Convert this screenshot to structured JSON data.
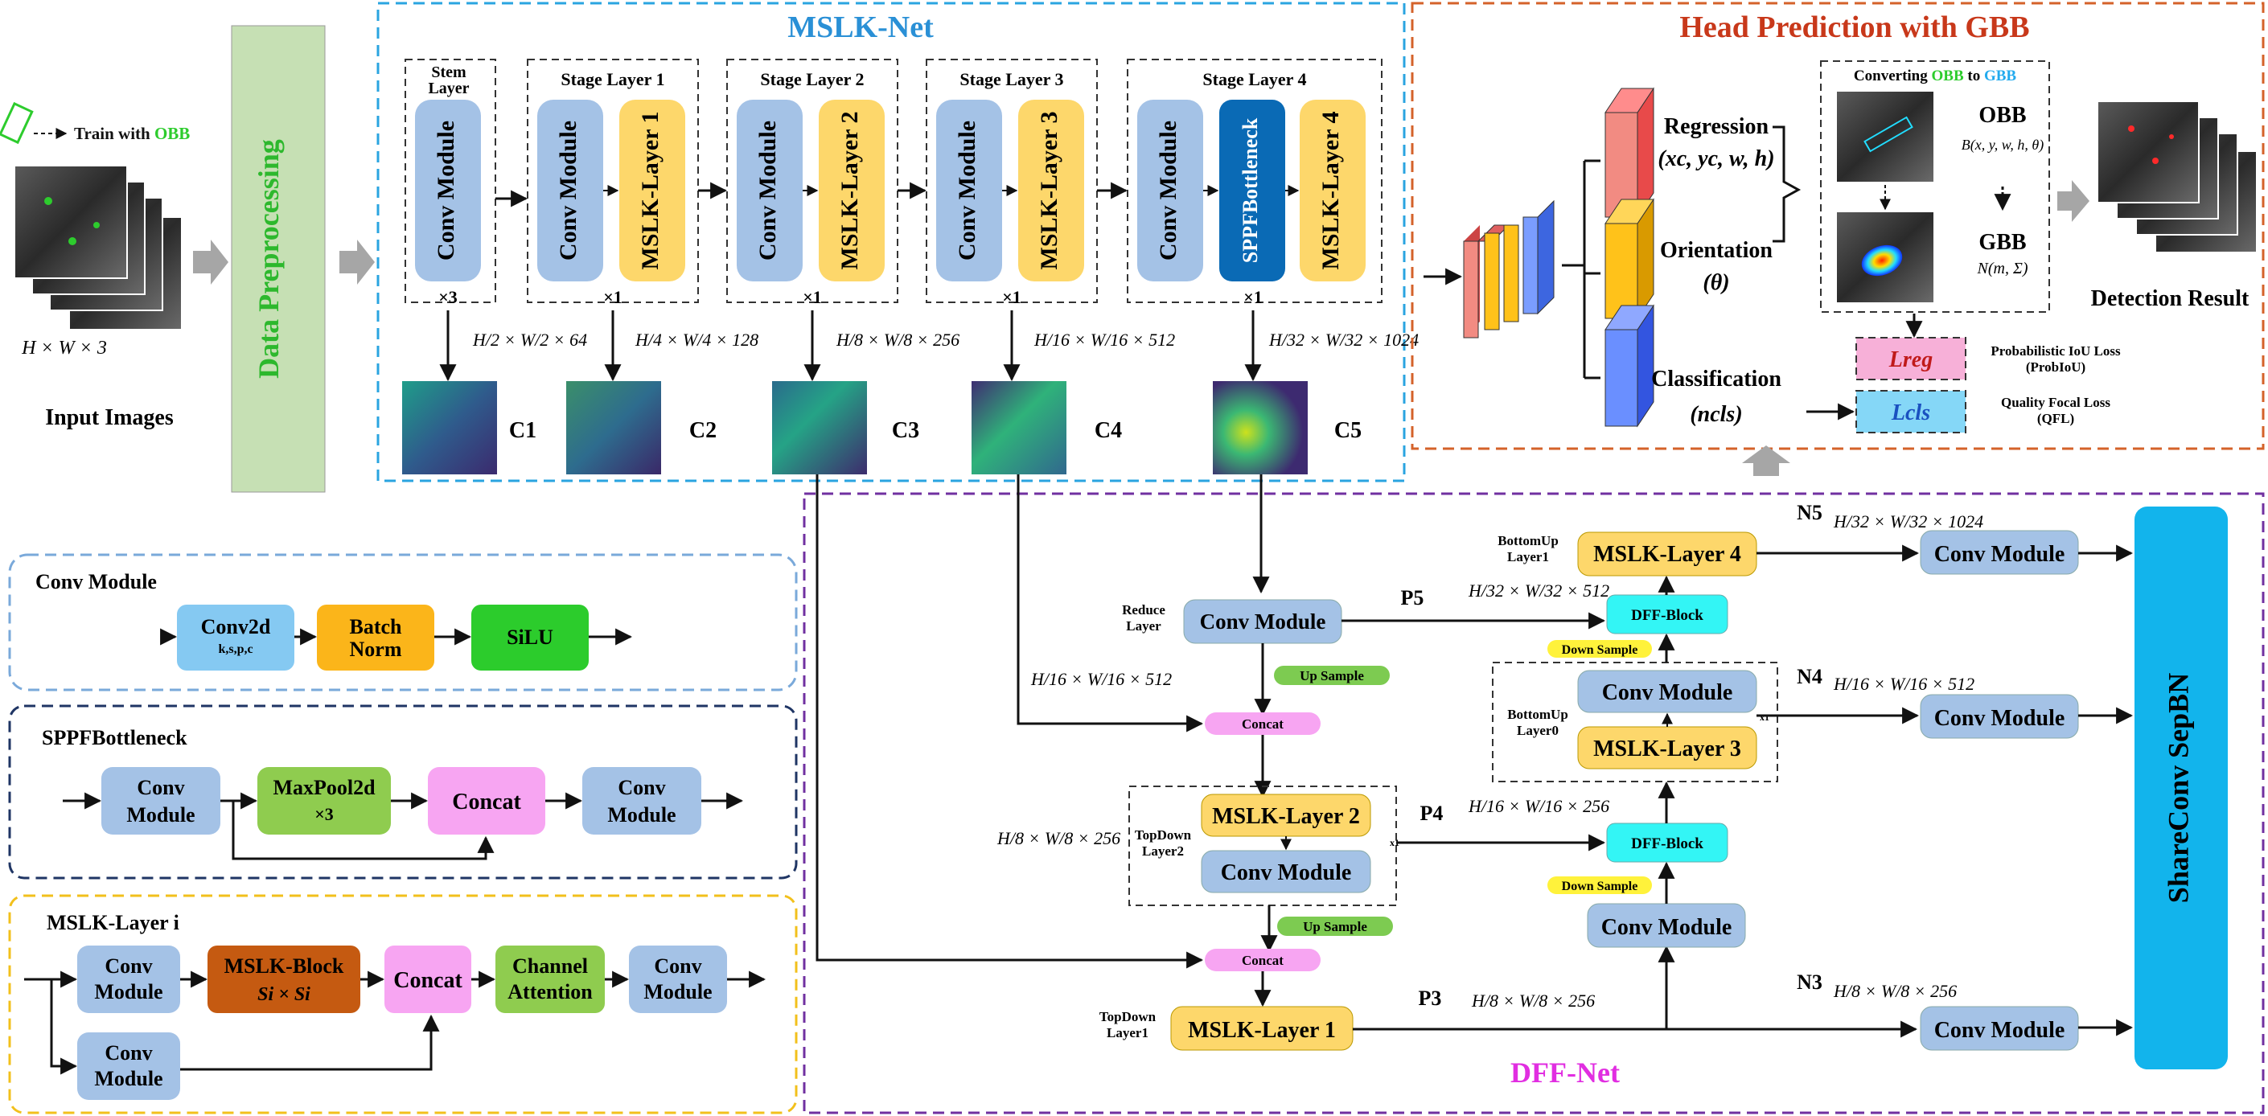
{
  "input": {
    "obb_train_prefix": "Train with ",
    "obb_word": "OBB",
    "size_label": "H × W × 3",
    "title": "Input Images"
  },
  "preprocess": {
    "label": "Data Preprocessing"
  },
  "mslk_net": {
    "title": "MSLK-Net",
    "stages": [
      {
        "title_line1": "Stem",
        "title_line2": "Layer",
        "blocks": [
          "Conv Module"
        ],
        "repeat": "×3",
        "feat_size": "H/2 × W/2 × 64",
        "feat_label": "C1"
      },
      {
        "title_line1": "Stage Layer 1",
        "title_line2": "",
        "blocks": [
          "Conv Module",
          "MSLK-Layer 1"
        ],
        "repeat": "×1",
        "feat_size": "H/4 × W/4 × 128",
        "feat_label": "C2"
      },
      {
        "title_line1": "Stage Layer 2",
        "title_line2": "",
        "blocks": [
          "Conv Module",
          "MSLK-Layer 2"
        ],
        "repeat": "×1",
        "feat_size": "H/8 × W/8 × 256",
        "feat_label": "C3"
      },
      {
        "title_line1": "Stage Layer 3",
        "title_line2": "",
        "blocks": [
          "Conv Module",
          "MSLK-Layer 3"
        ],
        "repeat": "×1",
        "feat_size": "H/16 × W/16 × 512",
        "feat_label": "C4"
      },
      {
        "title_line1": "Stage Layer 4",
        "title_line2": "",
        "blocks": [
          "Conv Module",
          "SPPFBottleneck",
          "MSLK-Layer 4"
        ],
        "repeat": "×1",
        "feat_size": "H/32 × W/32 × 1024",
        "feat_label": "C5"
      }
    ]
  },
  "head": {
    "title": "Head Prediction with GBB",
    "regression": "Regression",
    "regression_math": "(xc, yc, w, h)",
    "orientation": "Orientation",
    "orientation_math": "(θ)",
    "classification": "Classification",
    "classification_math": "(ncls)",
    "convert_prefix": "Converting ",
    "convert_obb": "OBB",
    "convert_to": " to ",
    "convert_gbb": "GBB",
    "obb_label": "OBB",
    "obb_math": "B(x, y, w, h, θ)",
    "gbb_label": "GBB",
    "gbb_math": "N(m, Σ)",
    "loss_reg": "Lreg",
    "loss_reg_desc1": "Probabilistic IoU Loss",
    "loss_reg_desc2": "(ProbIoU)",
    "loss_cls": "Lcls",
    "loss_cls_desc1": "Quality Focal Loss",
    "loss_cls_desc2": "(QFL)",
    "result_title": "Detection Result"
  },
  "conv_module_def": {
    "title": "Conv Module",
    "conv2d": "Conv2d",
    "conv2d_sub": "k,s,p,c",
    "bn_line1": "Batch",
    "bn_line2": "Norm",
    "silu": "SiLU"
  },
  "sppf_def": {
    "title": "SPPFBottleneck",
    "conv_line1": "Conv",
    "conv_line2": "Module",
    "maxpool": "MaxPool2d",
    "maxpool_rep": "×3",
    "concat": "Concat"
  },
  "mslk_def": {
    "title": "MSLK-Layer i",
    "conv_line1": "Conv",
    "conv_line2": "Module",
    "block": "MSLK-Block",
    "block_sub": "Si × Si",
    "concat": "Concat",
    "ca_line1": "Channel",
    "ca_line2": "Attention"
  },
  "dff_net": {
    "title": "DFF-Net",
    "reduce_line1": "Reduce",
    "reduce_line2": "Layer",
    "conv_module": "Conv Module",
    "up_sample": "Up Sample",
    "concat": "Concat",
    "down_sample": "Down Sample",
    "dff_block": "DFF-Block",
    "topdown2_line1": "TopDown",
    "topdown2_line2": "Layer2",
    "topdown1_line1": "TopDown",
    "topdown1_line2": "Layer1",
    "bottomup1_line1": "BottomUp",
    "bottomup1_line2": "Layer1",
    "bottomup0_line1": "BottomUp",
    "bottomup0_line2": "Layer0",
    "mslk2": "MSLK-Layer 2",
    "mslk1": "MSLK-Layer 1",
    "mslk3": "MSLK-Layer 3",
    "mslk4": "MSLK-Layer 4",
    "x1": "x1",
    "p5": "P5",
    "p4": "P4",
    "p3": "P3",
    "n5": "N5",
    "n4": "N4",
    "n3": "N3",
    "size_p5": "H/32 × W/32 × 512",
    "size_concat1": "H/16 × W/16 × 512",
    "size_td2": "H/8 × W/8 × 256",
    "size_p4": "H/16 × W/16 × 256",
    "size_p3": "H/8 × W/8 × 256",
    "size_n5": "H/32 × W/32 × 1024",
    "size_n4": "H/16 × W/16 × 512",
    "size_n3": "H/8 × W/8 × 256",
    "shareconv": "ShareConv SepBN"
  },
  "colors": {
    "conv_blue": "#a4c2e6",
    "mslk_yellow": "#fdd76b",
    "sppf_blue": "#0a6ab5",
    "preprocess_green": "#c6e0b4",
    "mslk_title_blue": "#2a90d6",
    "head_title_red": "#c8381a",
    "dff_title_magenta": "#e12ee1",
    "dff_cyan": "#33f5f5",
    "concat_pink": "#f7a5f2",
    "up_green": "#7dcb51",
    "down_yellow": "#fff23b",
    "obb_green": "#2dcc2d",
    "gbb_blue": "#22aaee"
  }
}
